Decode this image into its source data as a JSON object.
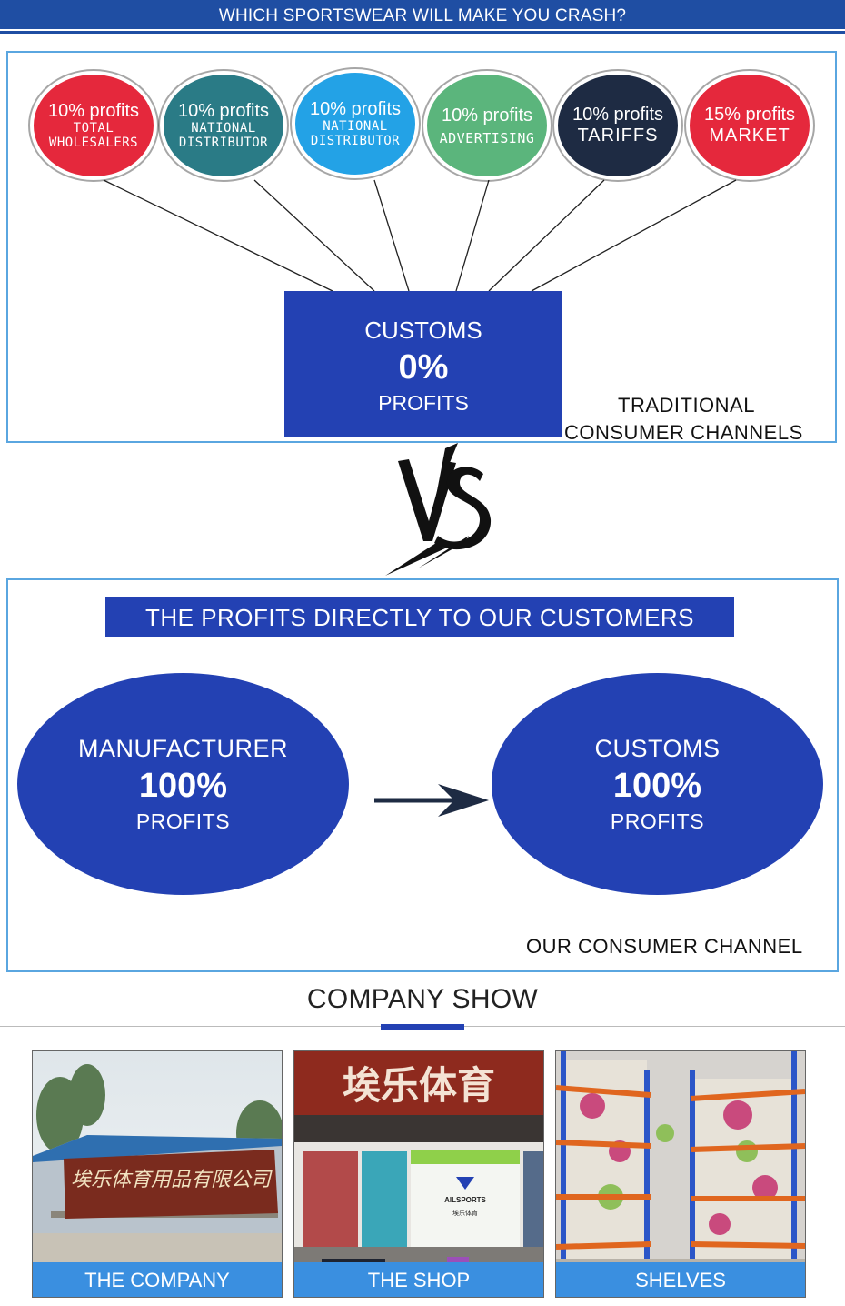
{
  "header": {
    "title": "WHICH SPORTSWEAR WILL MAKE YOU CRASH?"
  },
  "traditional": {
    "bubbles": [
      {
        "pct": "10% profits",
        "label1": "TOTAL",
        "label2": "WHOLESALERS",
        "color": "#e5283c"
      },
      {
        "pct": "10% profits",
        "label1": "NATIONAL",
        "label2": "DISTRIBUTOR",
        "color": "#2a7b86"
      },
      {
        "pct": "10% profits",
        "label1": "NATIONAL",
        "label2": "DISTRIBUTOR",
        "color": "#23a2e6"
      },
      {
        "pct": "10% profits",
        "label1": "ADVERTISING",
        "color": "#5bb57c"
      },
      {
        "pct": "10% profits",
        "label1": "TARIFFS",
        "color": "#1e2b43"
      },
      {
        "pct": "15% profits",
        "label1": "MARKET",
        "color": "#e5283c"
      }
    ],
    "customs": {
      "line1": "CUSTOMS",
      "line2": "0%",
      "line3": "PROFITS"
    },
    "channel_label_1": "TRADITIONAL",
    "channel_label_2": "CONSUMER CHANNELS"
  },
  "vs": {
    "text": "VS"
  },
  "direct": {
    "title": "THE PROFITS DIRECTLY TO OUR CUSTOMERS",
    "left": {
      "line1": "MANUFACTURER",
      "line2": "100%",
      "line3": "PROFITS"
    },
    "right": {
      "line1": "CUSTOMS",
      "line2": "100%",
      "line3": "PROFITS"
    },
    "channel_label": "OUR CONSUMER CHANNEL"
  },
  "company": {
    "title": "COMPANY SHOW",
    "photos": [
      {
        "caption": "THE COMPANY",
        "sign": "埃乐体育用品有限公司"
      },
      {
        "caption": "THE SHOP",
        "sign": "埃乐体育",
        "logo": "AILSPORTS",
        "logo_sub": "埃乐体育"
      },
      {
        "caption": "SHELVES"
      }
    ]
  },
  "colors": {
    "brand_blue": "#2341b3",
    "panel_border": "#5aa6e0",
    "caption_blue": "#3a8fe0"
  }
}
